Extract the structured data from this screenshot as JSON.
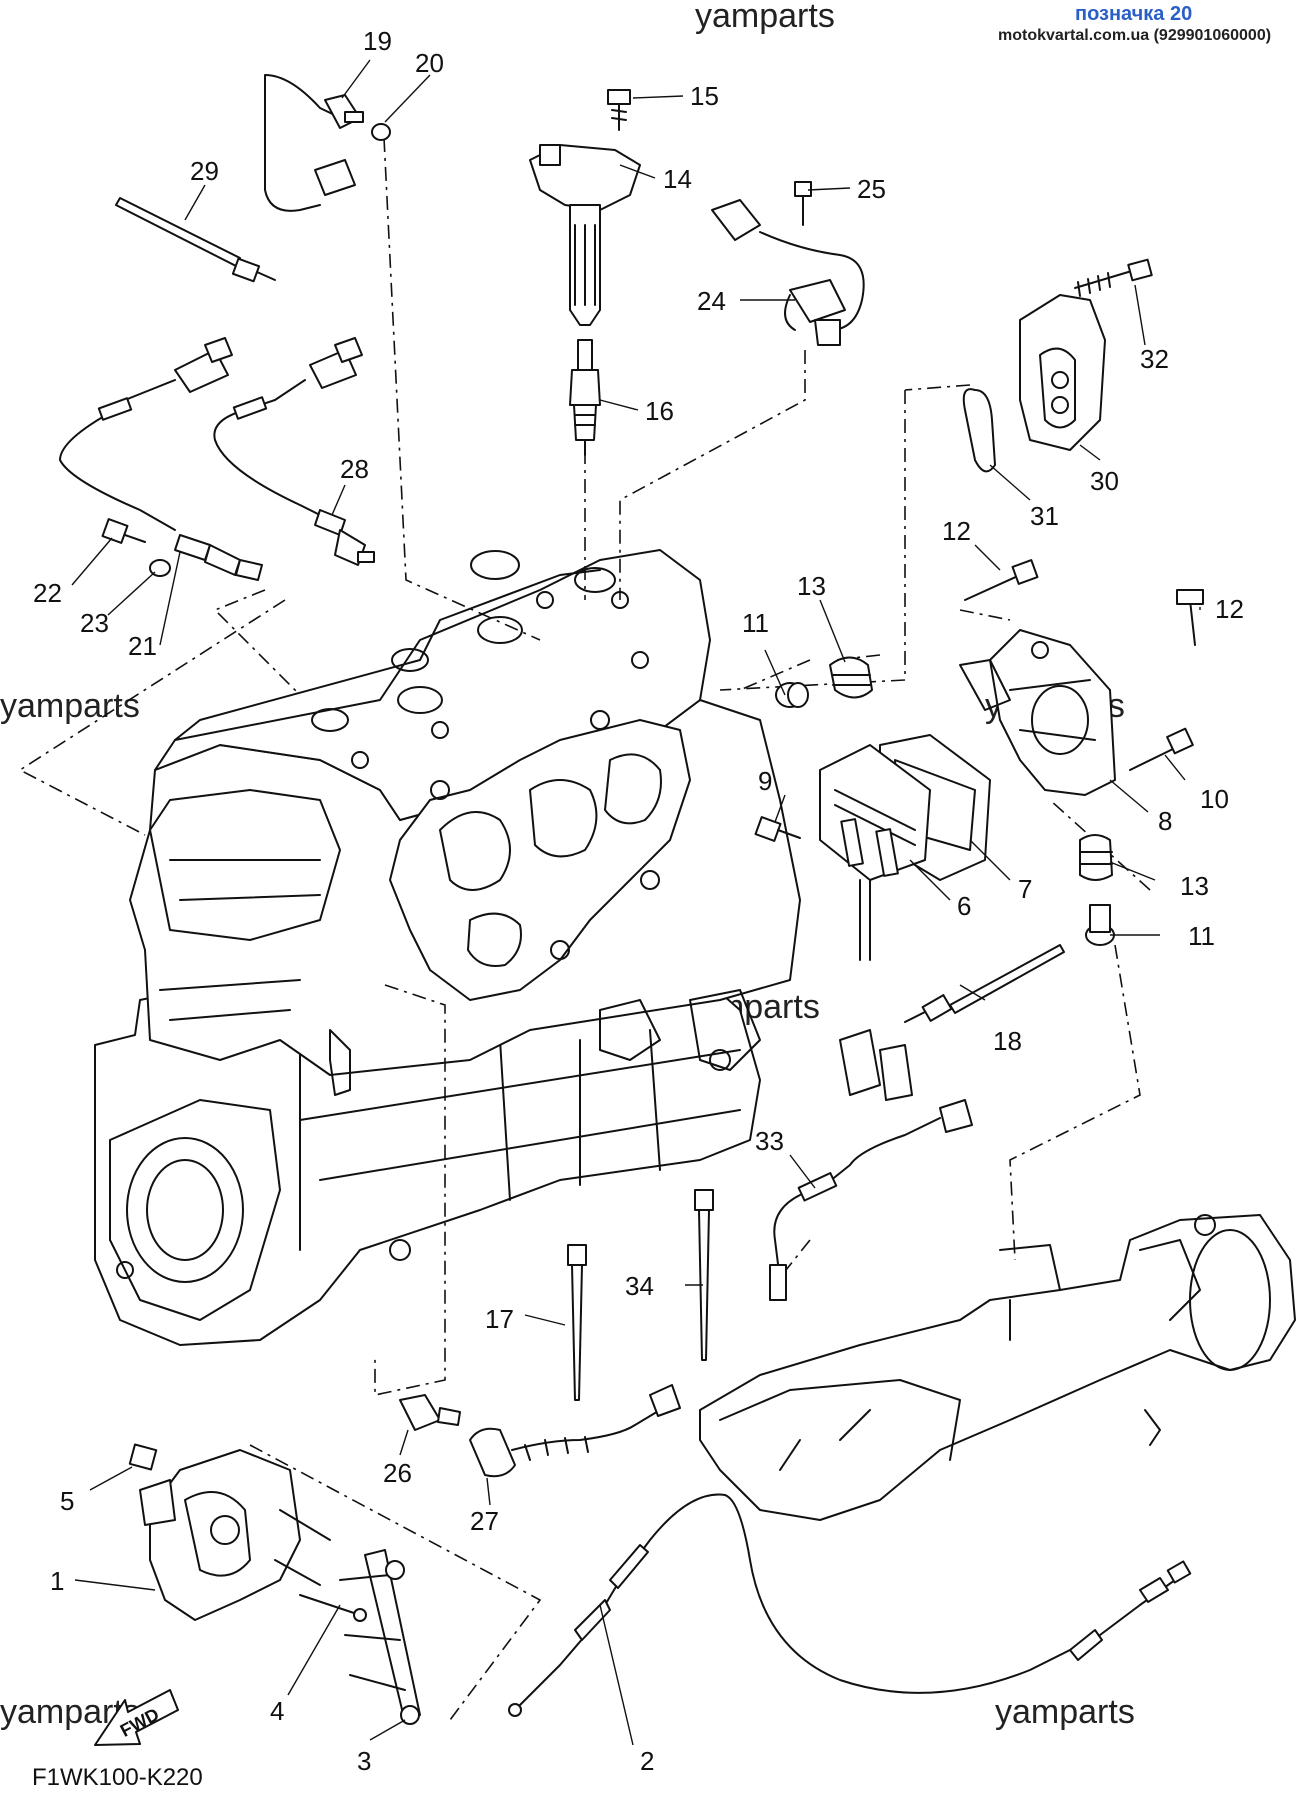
{
  "header": {
    "title": "позначка 20",
    "subtitle": "motokvartal.com.ua (929901060000)"
  },
  "watermarks": [
    "yamparts",
    "yamparts",
    "yamparts",
    "yamparts",
    "yamparts",
    "yamparts"
  ],
  "diagram_code": "F1WK100-K220",
  "fwd_label": "FWD",
  "callouts": [
    "1",
    "2",
    "3",
    "4",
    "5",
    "6",
    "7",
    "8",
    "9",
    "10",
    "11",
    "11",
    "12",
    "12",
    "13",
    "13",
    "14",
    "15",
    "16",
    "17",
    "18",
    "19",
    "20",
    "21",
    "22",
    "23",
    "24",
    "25",
    "26",
    "27",
    "28",
    "29",
    "30",
    "31",
    "32",
    "33",
    "34"
  ]
}
